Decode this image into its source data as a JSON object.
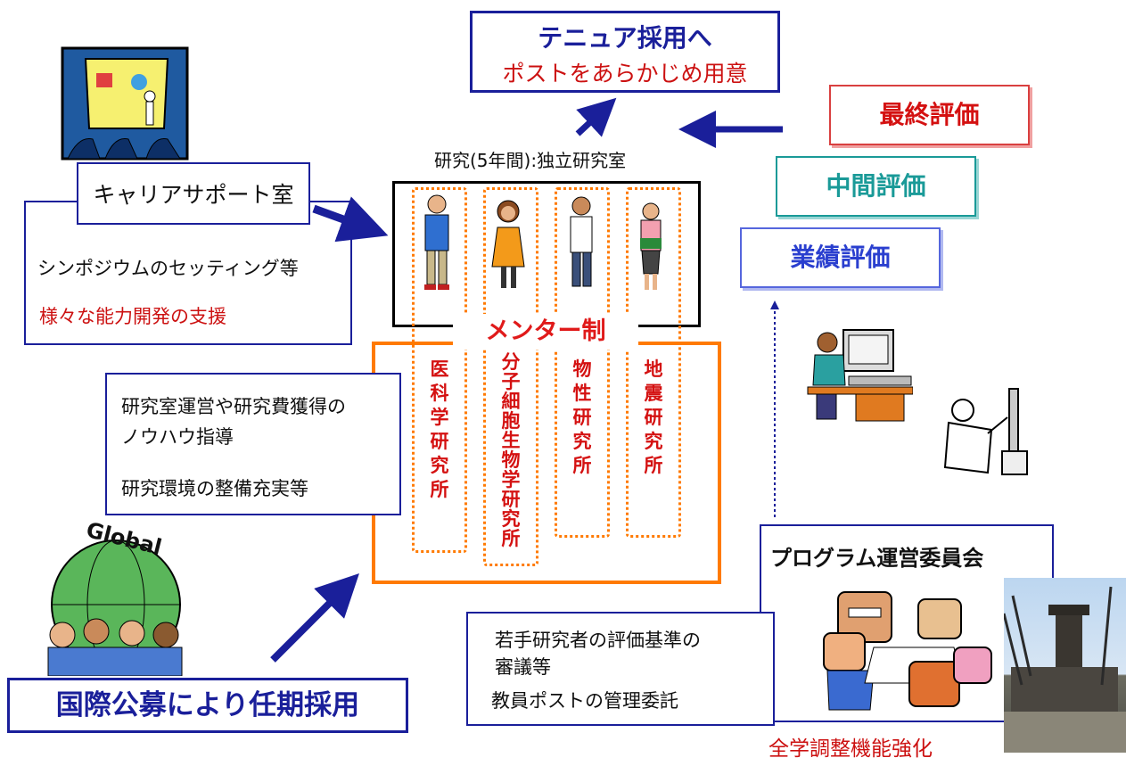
{
  "top": {
    "tenure_title": "テニュア採用へ",
    "tenure_sub": "ポストをあらかじめ用意"
  },
  "research_label": "研究(5年間):独立研究室",
  "career": {
    "title": "キャリアサポート室",
    "line1": "シンポジウムのセッティング等",
    "line2": "様々な能力開発の支援"
  },
  "mentor": {
    "label": "メンター制",
    "advice_line1": "研究室運営や研究費獲得の",
    "advice_line2": "ノウハウ指導",
    "advice_line3": "研究環境の整備充実等"
  },
  "institutes": [
    {
      "text": "医\n科\n学\n研\n究\n所"
    },
    {
      "text": "分\n子\n細\n胞\n生\n物\n学\n研\n究\n所"
    },
    {
      "text": "物\n性\n研\n究\n所"
    },
    {
      "text": "地\n震\n研\n究\n所"
    }
  ],
  "evaluations": {
    "final": "最終評価",
    "mid": "中間評価",
    "performance": "業績評価"
  },
  "committee": {
    "title": "プログラム運営委員会",
    "line1": "若手研究者の評価基準の",
    "line2": "審議等",
    "line3": "教員ポストの管理委託",
    "footer": "全学調整機能強化"
  },
  "recruitment": {
    "global_label": "Global",
    "title": "国際公募により任期採用"
  },
  "colors": {
    "blue": "#1a1f9a",
    "orange": "#ff7a00",
    "red": "#cc1111",
    "teal": "#1a9a98"
  }
}
